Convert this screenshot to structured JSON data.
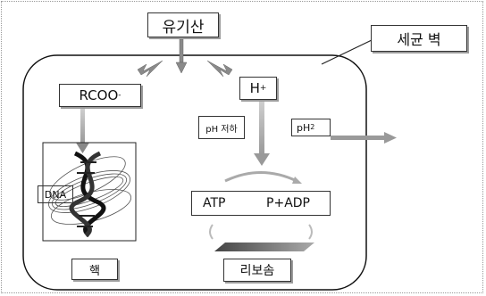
{
  "labels": {
    "organic_acid": "유기산",
    "cell_wall": "세균 벽",
    "rcoo": "RCOO",
    "rcoo_charge": "-",
    "h": "H",
    "h_charge": "+",
    "ph_drop": "pH 저하",
    "ph2_base": "pH",
    "ph2_sub": "2",
    "atp": "ATP",
    "p_adp": "P+ADP",
    "dna": "DNA",
    "nucleus": "핵",
    "ribosome": "리보솜"
  }
}
